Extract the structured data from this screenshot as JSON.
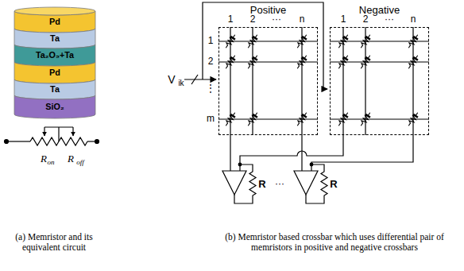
{
  "diagram": {
    "nodes": [
      {
        "text": [
          "Pd"
        ]
      },
      {
        "text": [
          "Ta"
        ]
      },
      {
        "text": [
          "Ta₂O₅+Ta"
        ]
      },
      {
        "text": [
          "Pd"
        ]
      },
      {
        "text": [
          "Ta"
        ]
      },
      {
        "text": [
          "SiO₂"
        ]
      },
      {
        "text": [
          "Positive"
        ]
      },
      {
        "text": [
          "Negative"
        ]
      }
    ],
    "labels": [
      "V",
      "ik",
      "1",
      "2",
      "···",
      "n",
      "1",
      "2",
      "···",
      "n",
      "1",
      "2",
      "⋮",
      "m",
      "R",
      "on",
      "R",
      "off",
      "R",
      "···",
      "R",
      "(a) Memristor and its equivalent circuit",
      "(b) Memristor based crossbar which uses differential pair of memristors in positive and negative crossbars"
    ]
  }
}
